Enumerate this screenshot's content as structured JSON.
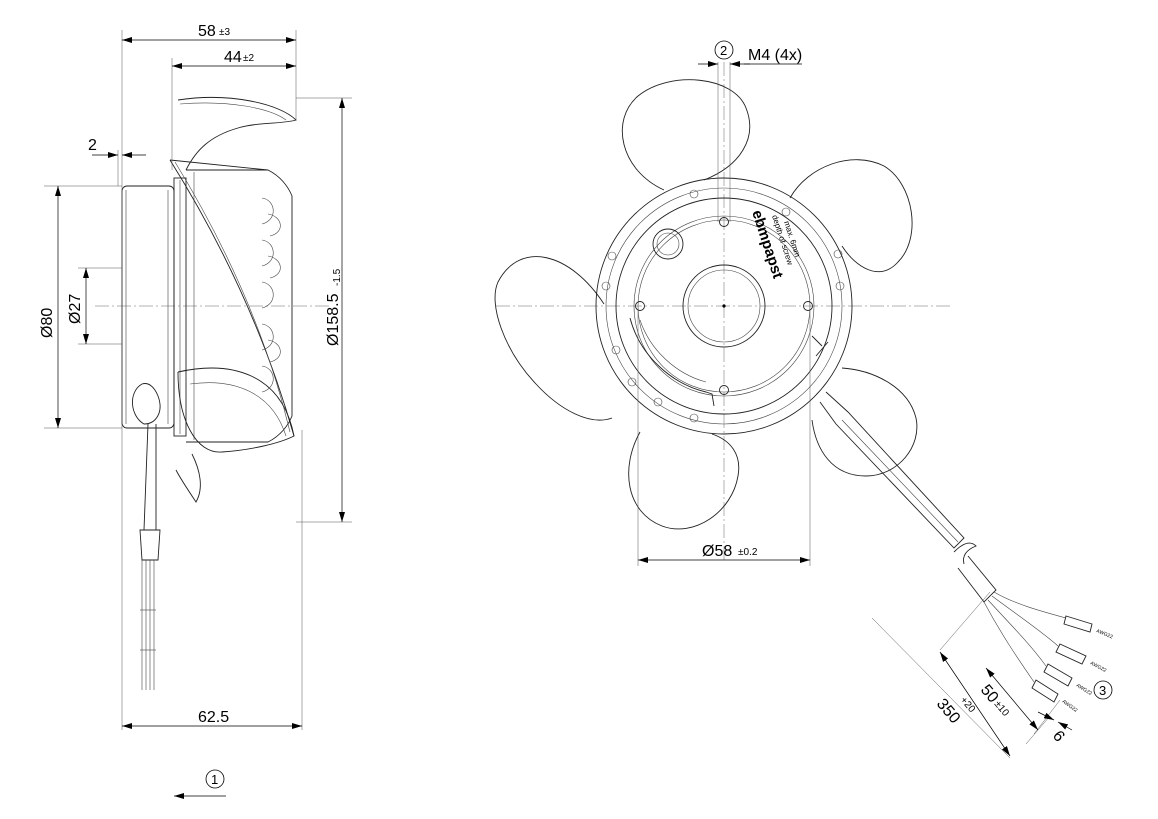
{
  "side_view": {
    "overall_depth": "58",
    "overall_depth_tol": "±3",
    "depth_44": "44",
    "depth_44_tol": "±2",
    "offset_2": "2",
    "dia_80": "Ø80",
    "dia_27": "Ø27",
    "dia_158": "Ø158.5",
    "dia_158_tol": "-1.5",
    "length_62": "62.5",
    "view_marker": "1"
  },
  "front_view": {
    "callout_2": "2",
    "thread": "M4 (4x)",
    "brand": "ebmpapst",
    "note_line1": "depth of screw",
    "note_line2": "max. 6mm",
    "dia_58": "Ø58",
    "dia_58_tol": "±0.2"
  },
  "cable": {
    "length_350": "350",
    "length_350_tol": "+20",
    "length_50": "50",
    "length_50_tol": "±10",
    "strip_6": "6",
    "callout_3": "3",
    "wire_tag": "AWG22"
  }
}
